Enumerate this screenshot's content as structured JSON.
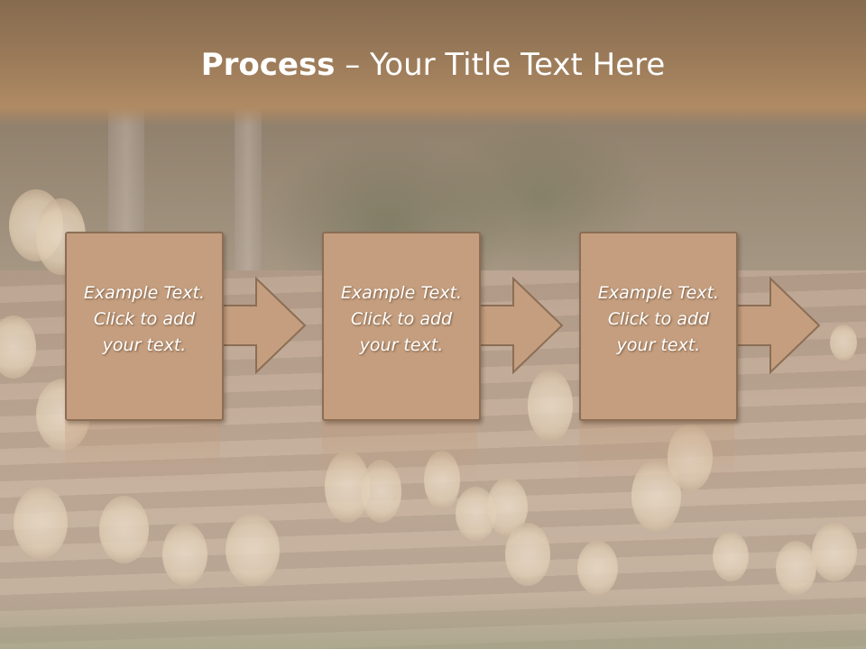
{
  "slide": {
    "title_bold": "Process",
    "title_rest": " – Your Title Text Here"
  },
  "steps": [
    {
      "lines": [
        "Example Text.",
        "Click  to add",
        "your text."
      ]
    },
    {
      "lines": [
        "Example Text.",
        "Click  to add",
        "your text."
      ]
    },
    {
      "lines": [
        "Example Text.",
        "Click  to add",
        "your text."
      ]
    }
  ],
  "colors": {
    "box_fill": "#c49e7e",
    "box_border": "#8b6e55",
    "title_band": "#9a7a59",
    "text": "#ffffff"
  }
}
